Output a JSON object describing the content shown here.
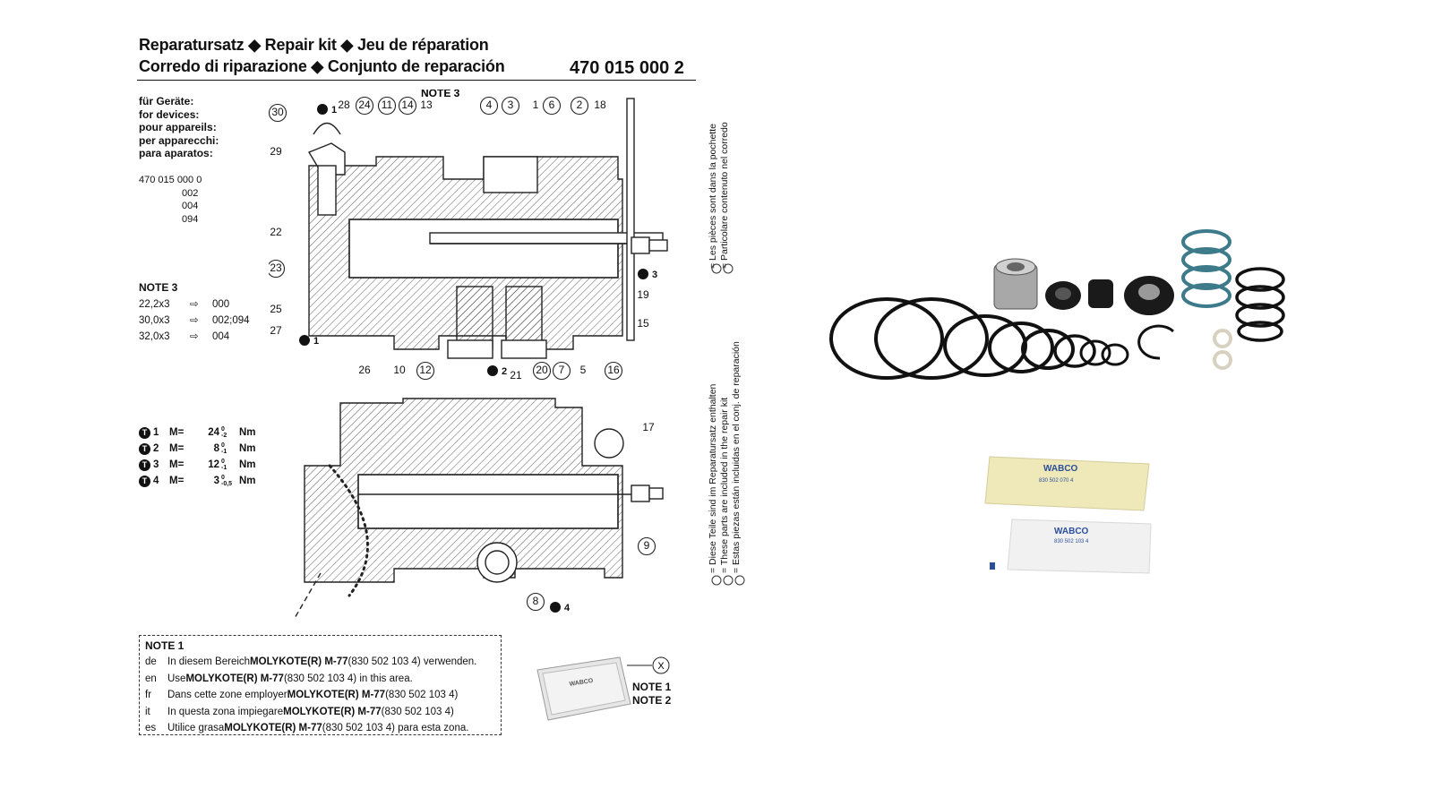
{
  "header": {
    "title_line1": "Reparatursatz ◆ Repair kit ◆ Jeu de réparation",
    "title_line2": "Corredo di riparazione ◆ Conjunto de reparación",
    "part_number": "470 015 000 2"
  },
  "devices": {
    "labels": [
      "für Geräte:",
      "for devices:",
      "pour appareils:",
      "per apparecchi:",
      "para aparatos:"
    ],
    "numbers": [
      "470 015 000 0",
      "002",
      "004",
      "094"
    ]
  },
  "note3": {
    "heading": "NOTE 3",
    "rows": [
      {
        "size": "22,2x3",
        "arrow": "⇨",
        "code": "000"
      },
      {
        "size": "30,0x3",
        "arrow": "⇨",
        "code": "002;094"
      },
      {
        "size": "32,0x3",
        "arrow": "⇨",
        "code": "004"
      }
    ]
  },
  "torques": [
    {
      "label": "1",
      "m": "M=",
      "value": "24",
      "tol_top": "0",
      "tol_bottom": "-2",
      "unit": "Nm"
    },
    {
      "label": "2",
      "m": "M=",
      "value": "8",
      "tol_top": "0",
      "tol_bottom": "-1",
      "unit": "Nm"
    },
    {
      "label": "3",
      "m": "M=",
      "value": "12",
      "tol_top": "0",
      "tol_bottom": "-1",
      "unit": "Nm"
    },
    {
      "label": "4",
      "m": "M=",
      "value": "3",
      "tol_top": "0",
      "tol_bottom": "-0,5",
      "unit": "Nm"
    }
  ],
  "note1": {
    "heading": "NOTE 1",
    "rows": [
      {
        "lang": "de",
        "pre": "In diesem Bereich ",
        "bold": "MOLYKOTE(R) M-77",
        "post": " (830 502 103 4) verwenden."
      },
      {
        "lang": "en",
        "pre": "Use ",
        "bold": "MOLYKOTE(R) M-77",
        "post": " (830 502 103 4) in this area."
      },
      {
        "lang": "fr",
        "pre": "Dans cette zone employer ",
        "bold": "MOLYKOTE(R) M-77",
        "post": " (830 502 103 4)"
      },
      {
        "lang": "it",
        "pre": "In questa zona impiegare ",
        "bold": "MOLYKOTE(R) M-77",
        "post": " (830 502 103 4)"
      },
      {
        "lang": "es",
        "pre": "Utilice grasa ",
        "bold": "MOLYKOTE(R) M-77",
        "post": " (830 502 103 4) para esta zona."
      }
    ]
  },
  "notes_x": {
    "marker": "X",
    "line1": "NOTE 1",
    "line2": "NOTE 2"
  },
  "vertical_text": {
    "group_a": [
      "= Les pièces sont dans la pochette",
      "= Particolare contenuto nel corredo"
    ],
    "group_b": [
      "= Diese Teile sind im Reparatursatz enthalten",
      "= These parts are included in the repair kit",
      "= Estas piezas están incluidas en el conj. de reparación"
    ]
  },
  "diagram": {
    "note3_label": "NOTE 3",
    "upper_callouts": [
      "30",
      "28",
      "24",
      "11",
      "14",
      "13",
      "4",
      "3",
      "1",
      "6",
      "2",
      "18",
      "29",
      "22",
      "23",
      "25",
      "27",
      "26",
      "10",
      "12",
      "21",
      "20",
      "7",
      "5",
      "16",
      "15",
      "19"
    ],
    "circled": [
      "30",
      "24",
      "11",
      "14",
      "4",
      "3",
      "6",
      "2",
      "23",
      "12",
      "20",
      "7",
      "16"
    ],
    "lower_callouts": [
      "17",
      "9",
      "8"
    ],
    "torque_markers": [
      "1",
      "2",
      "3",
      "4"
    ]
  },
  "kit_photo": {
    "sachet_brand": "WABCO",
    "sachet1_code": "830 502 070 4",
    "sachet2_code": "830 502 103 4"
  }
}
